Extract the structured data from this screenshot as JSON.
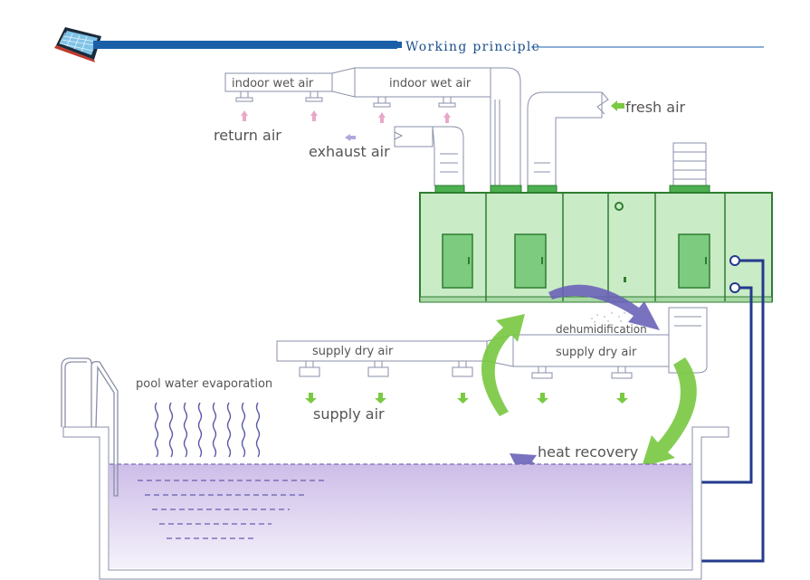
{
  "header": {
    "title": "Working principle",
    "accent_color": "#1a5fa8"
  },
  "labels": {
    "indoor_wet_air_left": "indoor wet air",
    "indoor_wet_air_right": "indoor wet air",
    "return_air": "return air",
    "exhaust_air": "exhaust air",
    "fresh_air": "fresh air",
    "dehumidification": "dehumidification",
    "supply_dry_air_left": "supply dry air",
    "supply_dry_air_right": "supply dry air",
    "pool_water_evaporation": "pool water evaporation",
    "supply_air": "supply air",
    "heat_recovery": "heat recovery"
  },
  "colors": {
    "unit_fill": "#c9ebc6",
    "unit_stroke": "#2e7d32",
    "door_fill": "#7ccb7f",
    "green_arrow": "#7ac943",
    "purple_arrow": "#6a63b8",
    "pipe": "#233a8c",
    "water_top": "#cdbde8",
    "water_bottom": "#f3f0fa",
    "duct": "#8a8fa8"
  }
}
